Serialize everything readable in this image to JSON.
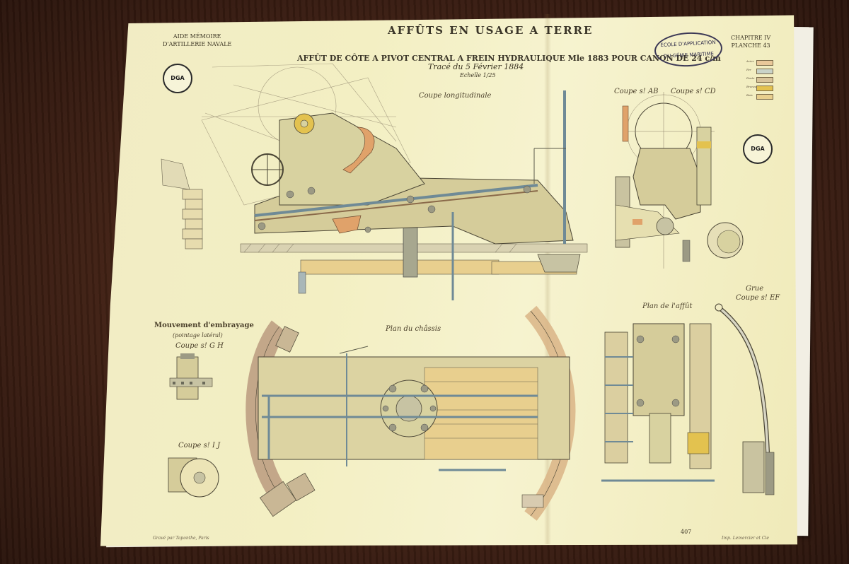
{
  "plate": {
    "header_left": "AIDE MÉMOIRE",
    "header_left_2": "D'ARTILLERIE NAVALE",
    "main_title": "AFFÛTS EN USAGE A TERRE",
    "chapter": "CHAPITRE IV",
    "plate_number": "PLANCHE 43",
    "subtitle": "AFFÛT DE CÔTE A PIVOT CENTRAL A FREIN HYDRAULIQUE Mle 1883 POUR CANON DE 24 c/m",
    "trace_date": "Tracé du 5 Février 1884",
    "scale": "Echelle 1/25",
    "page_number": "407",
    "printer": "Gravé par Taponthe, Paris",
    "printer_right": "Imp. Lemercier et Cie"
  },
  "stamps": {
    "school_line1": "ECOLE D'APPLICATION",
    "school_line2": "DU GÉNIE MARITIME",
    "dga_label": "DGA"
  },
  "views": {
    "coupe_longitudinale": "Coupe longitudinale",
    "coupe_ab": "Coupe s! AB",
    "coupe_cd": "Coupe s! CD",
    "mouvement": "Mouvement d'embrayage",
    "pointage": "(pointage latéral)",
    "coupe_gh": "Coupe s! G H",
    "coupe_ij": "Coupe s! I J",
    "plan_chassis": "Plan du châssis",
    "plan_affut": "Plan de l'affût",
    "grue": "Grue",
    "coupe_ef": "Coupe s! EF"
  },
  "legend": [
    {
      "name": "Acier",
      "color": "#e9c89a"
    },
    {
      "name": "Fer",
      "color": "#c9d3c8"
    },
    {
      "name": "Fonte",
      "color": "#d8c49a"
    },
    {
      "name": "Bronze",
      "color": "#e3c24f"
    },
    {
      "name": "Bois",
      "color": "#e8cf8e"
    }
  ],
  "colors": {
    "paper": "#f2edc2",
    "iron": "#9c9a84",
    "wood": "#e8cf8e",
    "bronze": "#e3c24f",
    "rod": "#6f8a96",
    "ink": "#3b3423"
  }
}
